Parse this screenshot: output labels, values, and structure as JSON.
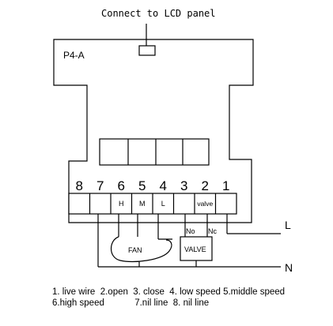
{
  "header_label": "Connect to LCD panel",
  "board_label": "P4-A",
  "terminals": {
    "numbers": [
      "8",
      "7",
      "6",
      "5",
      "4",
      "3",
      "2",
      "1"
    ],
    "labels": [
      "",
      "",
      "H",
      "M",
      "L",
      "",
      "valve",
      ""
    ]
  },
  "valve_contacts": {
    "no": "No",
    "nc": "Nc"
  },
  "components": {
    "fan": "FAN",
    "valve": "VALVE"
  },
  "lines": {
    "live": "L",
    "neutral": "N"
  },
  "legend": {
    "line1": "1. live wire  2.open  3. close  4. low speed 5.middle speed",
    "line2": "6.high speed            7.nil line  8. nil line"
  }
}
